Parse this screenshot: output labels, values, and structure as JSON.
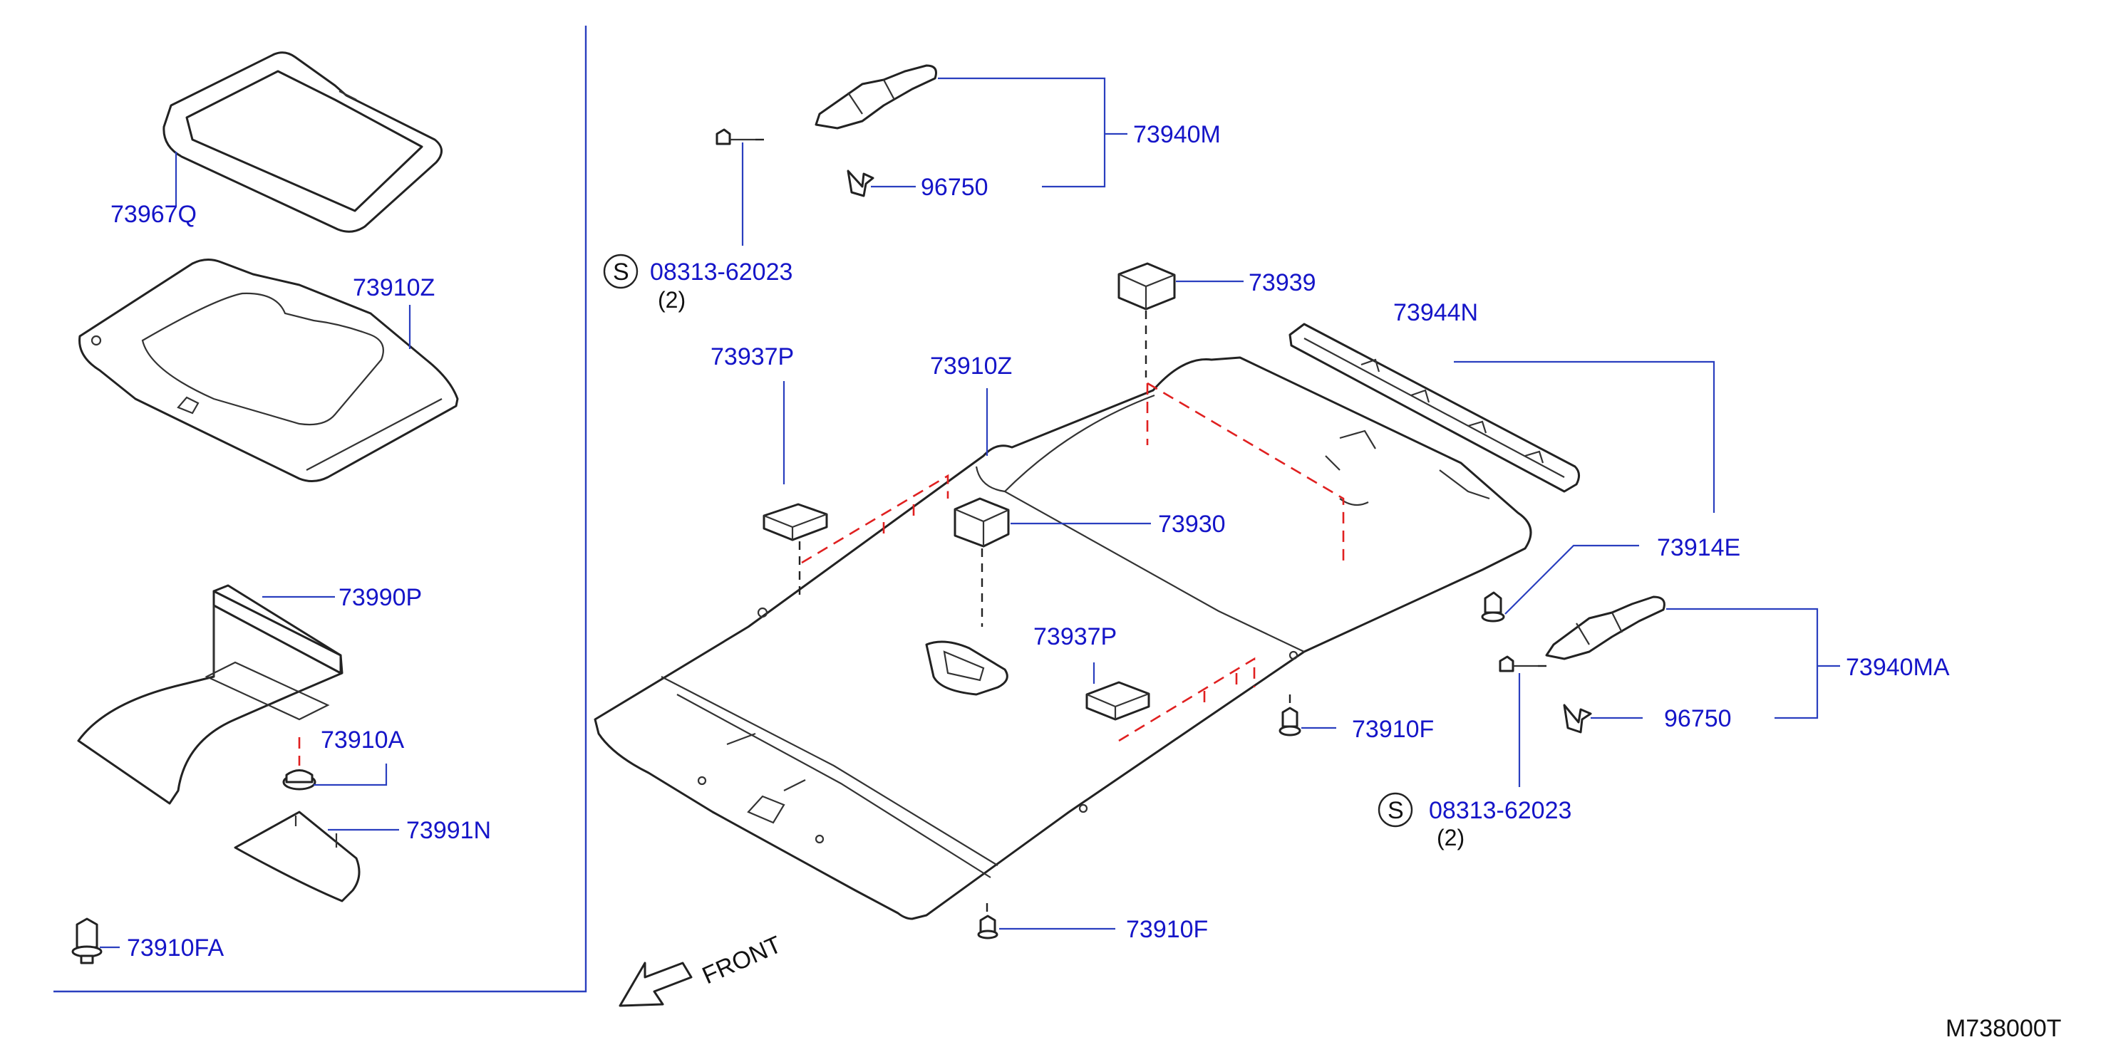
{
  "parts": {
    "p73967Q": "73967Q",
    "p73910Z_left": "73910Z",
    "p73990P": "73990P",
    "p73910A": "73910A",
    "p73991N": "73991N",
    "p73910FA": "73910FA",
    "p73940M": "73940M",
    "p96750_top": "96750",
    "p08313_top": "08313-62023",
    "p08313_top_qty": "(2)",
    "p73939": "73939",
    "p73944N": "73944N",
    "p73937P_left": "73937P",
    "p73910Z_main": "73910Z",
    "p73930": "73930",
    "p73937P_mid": "73937P",
    "p73914E": "73914E",
    "p73940MA": "73940MA",
    "p96750_right": "96750",
    "p73910F_right": "73910F",
    "p08313_bottom": "08313-62023",
    "p08313_bottom_qty": "(2)",
    "p73910F_bottom": "73910F"
  },
  "screw_symbol": "S",
  "front_label": "FRONT",
  "diagram_code": "M738000T",
  "colors": {
    "label": "#1515c8",
    "leader": "#2a3fbf",
    "dashed_relation": "#e02020",
    "outline": "#222222"
  }
}
